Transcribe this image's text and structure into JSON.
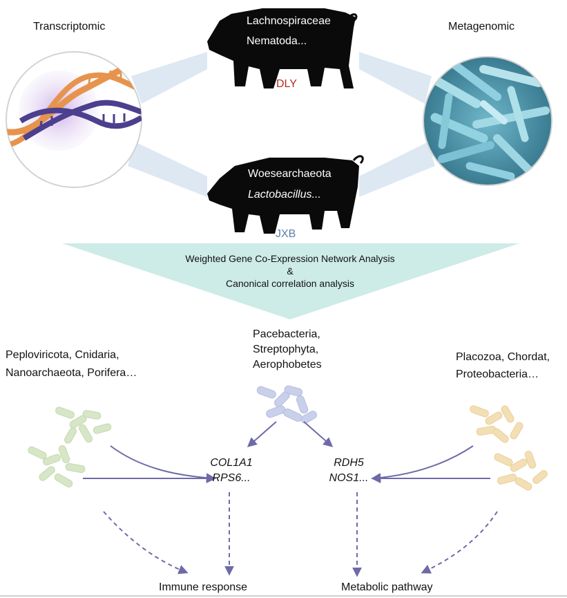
{
  "top": {
    "left_title": "Transcriptomic",
    "right_title": "Metagenomic",
    "pig_top": {
      "line1": "Lachnospiraceae",
      "line2": "Nematoda...",
      "breed": "DLY",
      "breed_color": "#b22a1e"
    },
    "pig_bottom": {
      "line1": "Woesearchaeota",
      "line2": "Lactobacillus...",
      "breed": "JXB",
      "breed_color": "#5f7fa8"
    }
  },
  "analysis": {
    "line1": "Weighted Gene Co-Expression Network Analysis",
    "line2": "&",
    "line3": "Canonical correlation analysis"
  },
  "groups": {
    "left": {
      "line1": "Peploviricota, Cnidaria,",
      "line2": "Nanoarchaeota, Porifera…",
      "color": "#d6e6c6"
    },
    "center": {
      "line1": "Pacebacteria,",
      "line2": "Streptophyta,",
      "line3": "Aerophobetes",
      "color": "#c9d0ea"
    },
    "right": {
      "line1": "Placozoa, Chordat,",
      "line2": "Proteobacteria…",
      "color": "#f3dfb5"
    }
  },
  "genes": {
    "left": {
      "line1": "COL1A1",
      "line2": "RPS6..."
    },
    "right": {
      "line1": "RDH5",
      "line2": "NOS1..."
    }
  },
  "outcomes": {
    "left": "Immune response",
    "right": "Metabolic pathway"
  },
  "colors": {
    "arrow": "#6e6aa8",
    "teal": "#cdebe7",
    "pig": "#0a0a0a"
  }
}
